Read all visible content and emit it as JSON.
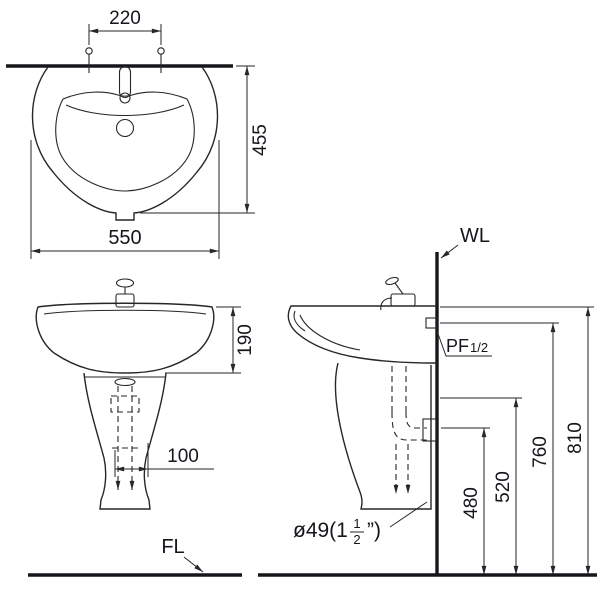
{
  "colors": {
    "background": "#ffffff",
    "line": "#26262b",
    "text": "#15161c"
  },
  "top_view": {
    "hole_spacing_dim": "220",
    "depth_dim": "455",
    "width_dim": "550"
  },
  "front_view": {
    "basin_height_dim": "190",
    "drain_offset_dim": "100",
    "floor_label": "FL"
  },
  "side_view": {
    "wall_label": "WL",
    "supply_prefix": "PF",
    "supply_fraction": "1/2",
    "height_810": "810",
    "height_760": "760",
    "height_520": "520",
    "height_480": "480",
    "drain_prefix": "ø49(1",
    "drain_frac_num": "1",
    "drain_frac_den": "2",
    "drain_suffix": "”)"
  }
}
